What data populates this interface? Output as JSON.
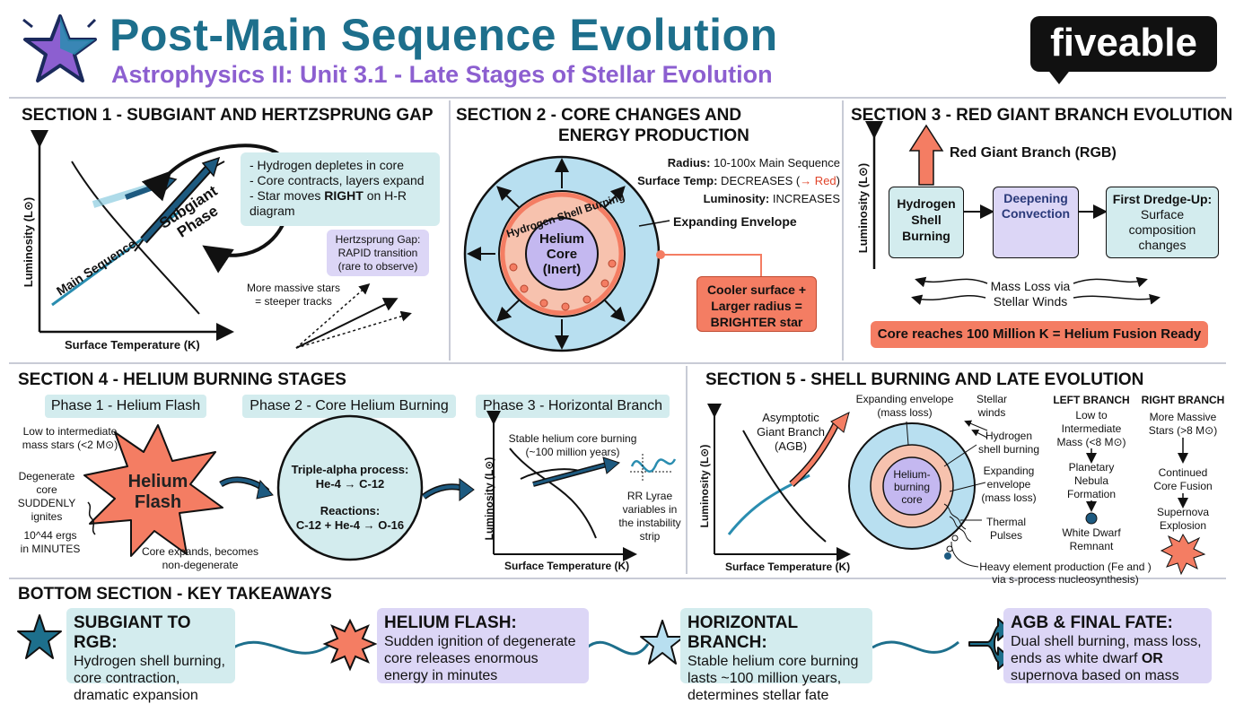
{
  "header": {
    "title": "Post-Main Sequence Evolution",
    "subtitle": "Astrophysics II: Unit 3.1 - Late Stages of Stellar Evolution",
    "logo": "fiveable"
  },
  "section1": {
    "heading": "SECTION 1 - SUBGIANT AND HERTZSPRUNG GAP",
    "y_axis": "Luminosity (L⊙)",
    "x_axis": "Surface Temperature (K)",
    "main_sequence": "Main Sequence",
    "subgiant_line1": "Subgiant",
    "subgiant_line2": "Phase",
    "bullets": [
      "- Hydrogen depletes in core",
      "- Core contracts, layers expand",
      "- Star moves ",
      "RIGHT",
      " on H-R",
      "diagram"
    ],
    "gap_line1": "Hertzsprung Gap:",
    "gap_line2": "RAPID transition",
    "gap_line3": "(rare to observe)",
    "massive_line1": "More massive stars",
    "massive_line2": "= steeper tracks"
  },
  "section2": {
    "heading_line1": "SECTION 2 - CORE CHANGES AND",
    "heading_line2": "ENERGY PRODUCTION",
    "shell_label": "Hydrogen Shell Burning",
    "core_line1": "Helium",
    "core_line2": "Core",
    "core_line3": "(Inert)",
    "radius_label": "Radius:",
    "radius_value": " 10-100x Main Sequence",
    "temp_label": "Surface Temp:",
    "temp_value": " DECREASES (",
    "temp_red": "→ Red",
    "temp_close": ")",
    "lum_label": "Luminosity:",
    "lum_value": " INCREASES",
    "envelope": "Expanding Envelope",
    "callout_line1": "Cooler surface +",
    "callout_line2": "Larger radius =",
    "callout_line3": "BRIGHTER star"
  },
  "section3": {
    "heading": "SECTION 3 - RED GIANT BRANCH EVOLUTION",
    "y_axis": "Luminosity (L⊙)",
    "rgb_label": "Red Giant Branch (RGB)",
    "box1_line1": "Hydrogen",
    "box1_line2": "Shell",
    "box1_line3": "Burning",
    "box2_line1": "Deepening",
    "box2_line2": "Convection",
    "box3_line1": "First Dredge-Up:",
    "box3_line2": "Surface",
    "box3_line3": "composition",
    "box3_line4": "changes",
    "massloss_line1": "Mass Loss via",
    "massloss_line2": "Stellar Winds",
    "banner": "Core reaches 100 Million K = Helium Fusion Ready"
  },
  "section4": {
    "heading": "SECTION 4 - HELIUM BURNING STAGES",
    "phase1": "Phase 1 - Helium Flash",
    "phase2": "Phase 2 - Core Helium Burning",
    "phase3": "Phase 3 - Horizontal Branch",
    "low_line1": "Low to intermediate",
    "low_line2": "mass stars (<2 M⊙)",
    "degen_line1": "Degenerate",
    "degen_line2": "core SUDDENLY",
    "degen_line3": "ignites",
    "ergs_line1": "10^44 ergs",
    "ergs_line2": "in MINUTES",
    "flash_line1": "Helium",
    "flash_line2": "Flash",
    "expands_line1": "Core expands, becomes",
    "expands_line2": "non-degenerate",
    "triple_line1": "Triple-alpha process:",
    "triple_line2": "He-4 → C-12",
    "reactions_line1": "Reactions:",
    "reactions_line2": "C-12 + He-4 → O-16",
    "stable_line1": "Stable helium core burning",
    "stable_line2": "(~100 million years)",
    "y_axis": "Luminosity (L⊙)",
    "x_axis": "Surface Temperature (K)",
    "rr_line1": "RR Lyrae",
    "rr_line2": "variables in",
    "rr_line3": "the instability",
    "rr_line4": "strip"
  },
  "section5": {
    "heading": "SECTION 5 - SHELL BURNING AND LATE EVOLUTION",
    "agb_line1": "Asymptotic",
    "agb_line2": "Giant Branch",
    "agb_line3": "(AGB)",
    "y_axis": "Luminosity (L⊙)",
    "x_axis": "Surface Temperature (K)",
    "env_top_line1": "Expanding envelope",
    "env_top_line2": "(mass loss)",
    "winds_line1": "Stellar",
    "winds_line2": "winds",
    "hshell_line1": "Hydrogen",
    "hshell_line2": "shell burning",
    "env_right_line1": "Expanding",
    "env_right_line2": "envelope",
    "env_right_line3": "(mass loss)",
    "core_line1": "Helium-",
    "core_line2": "burning",
    "core_line3": "core",
    "thermal_line1": "Thermal",
    "thermal_line2": "Pulses",
    "heavy_line1": "Heavy element production (Fe and )",
    "heavy_line2": "via s-process nucleosynthesis)",
    "left_branch": "LEFT BRANCH",
    "left_mass_line1": "Low to",
    "left_mass_line2": "Intermediate",
    "left_mass_line3": "Mass (<8 M⊙)",
    "pn_line1": "Planetary",
    "pn_line2": "Nebula",
    "pn_line3": "Formation",
    "wd_line1": "White Dwarf",
    "wd_line2": "Remnant",
    "right_branch": "RIGHT BRANCH",
    "right_mass_line1": "More Massive",
    "right_mass_line2": "Stars (>8 M⊙)",
    "cont_line1": "Continued",
    "cont_line2": "Core Fusion",
    "sn_line1": "Supernova",
    "sn_line2": "Explosion"
  },
  "takeaways": {
    "heading": "BOTTOM SECTION - KEY TAKEAWAYS",
    "items": [
      {
        "title": "SUBGIANT TO RGB:",
        "line1": "Hydrogen shell burning,",
        "line2": "core contraction,",
        "line3": "dramatic expansion"
      },
      {
        "title": "HELIUM FLASH:",
        "line1": "Sudden ignition of degenerate",
        "line2": "core releases enormous",
        "line3": "energy in minutes"
      },
      {
        "title": "HORIZONTAL BRANCH:",
        "line1": "Stable helium core burning",
        "line2": "lasts ~100 million years,",
        "line3": "determines stellar fate"
      },
      {
        "title": "AGB & FINAL FATE:",
        "line1": "Dual shell burning, mass loss,",
        "line2": "ends as white dwarf ",
        "line2_bold": "OR",
        "line3": "supernova based on mass"
      }
    ]
  },
  "colors": {
    "title": "#1d6f8c",
    "subtitle": "#8c5fd0",
    "teal_box": "#d3ecee",
    "lavender_box": "#dcd6f6",
    "salmon": "#f47d63",
    "navy_arrow": "#1d5a80"
  }
}
